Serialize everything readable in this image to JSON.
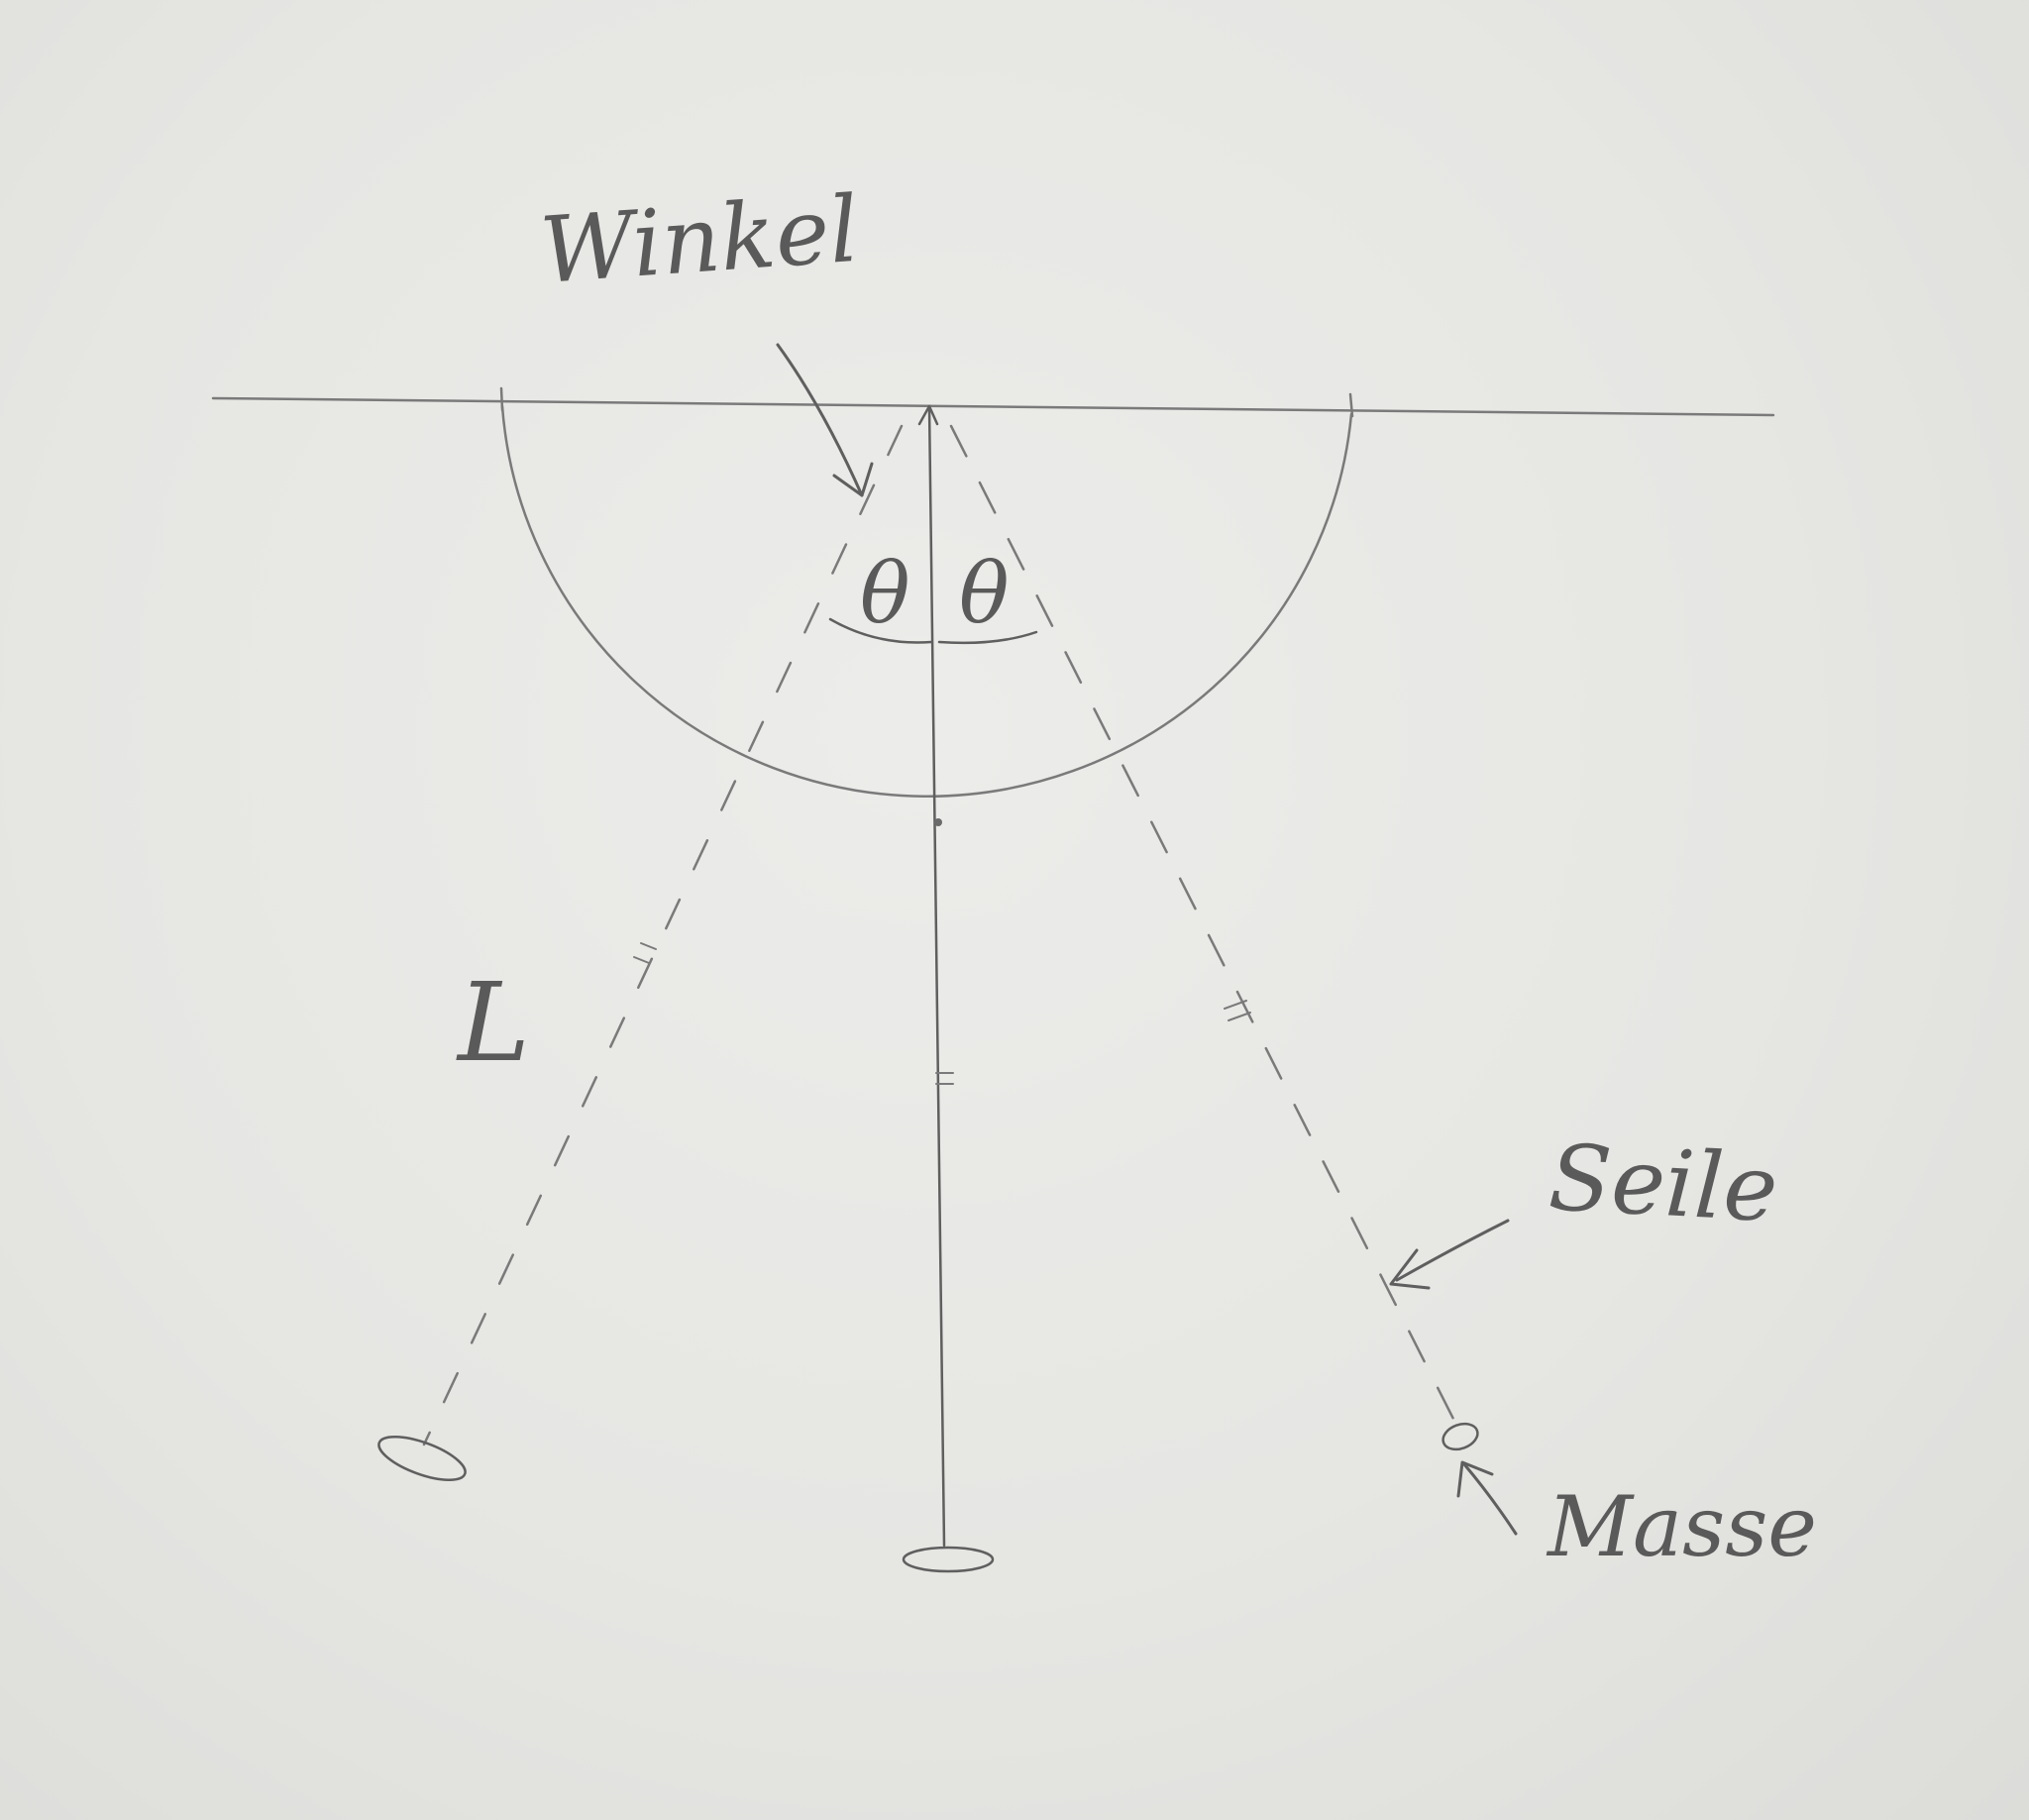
{
  "labels": {
    "angle": "Winkel",
    "angle_symbol": "θ",
    "strings": "Seile",
    "mass": "Masse",
    "length": "L"
  },
  "colors": {
    "paper": "#e6e6e3",
    "pencil": "#7a7a7a"
  }
}
